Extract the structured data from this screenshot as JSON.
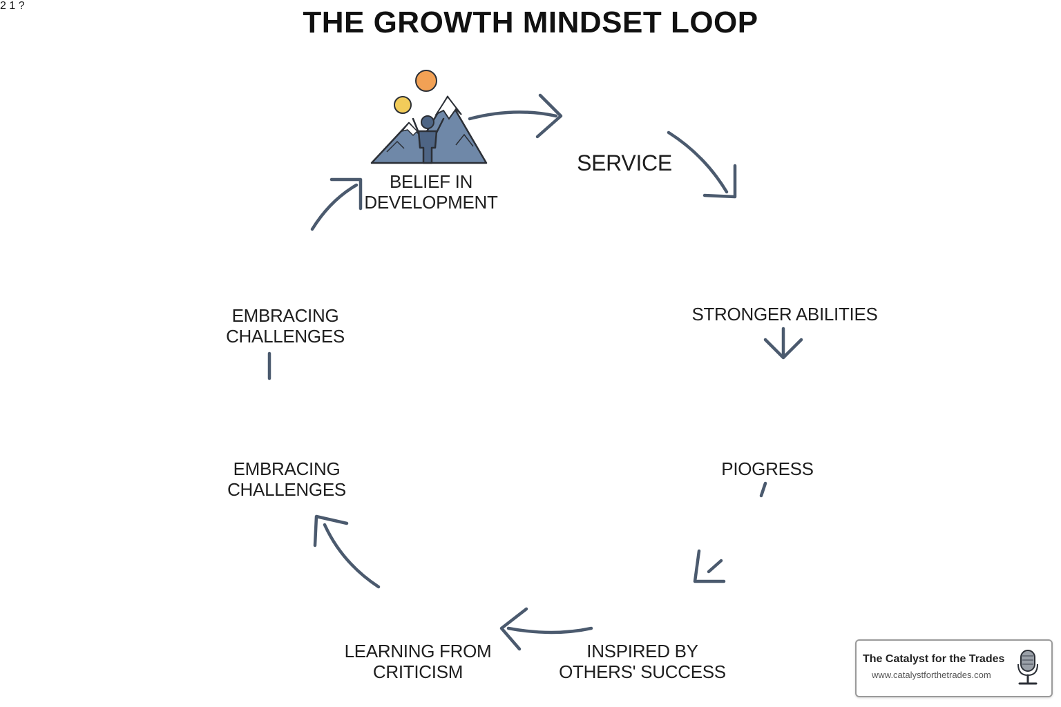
{
  "title": "THE GROWTH MINDSET LOOP",
  "nodes": [
    {
      "id": "belief",
      "lines": [
        "BELIEF IN",
        "DEVELOPMENT"
      ],
      "icon": "mountain-climber-icon"
    },
    {
      "id": "service",
      "lines": [
        "SERVICE"
      ],
      "icon": "crossed-hammers-icon"
    },
    {
      "id": "stronger",
      "lines": [
        "STRONGER ABILITIES"
      ],
      "icon": "muscle-toolbox-icon"
    },
    {
      "id": "progress",
      "lines": [
        "PIOGRESS"
      ],
      "icon": "podium-winners-icon"
    },
    {
      "id": "inspired",
      "lines": [
        "INSPIRED BY",
        "OTHERS' SUCCESS"
      ],
      "icon": "team-star-icon"
    },
    {
      "id": "learning",
      "lines": [
        "LEARNING FROM",
        "CRITICISM"
      ],
      "icon": "lightbulb-speech-icon"
    },
    {
      "id": "challenges_weights",
      "lines": [
        "EMBRACING",
        "CHALLENGES"
      ],
      "icon": "weightlifter-gear-icon"
    },
    {
      "id": "challenges_brain",
      "lines": [
        "EMBRACING",
        "CHALLENGES"
      ],
      "icon": "brain-plant-icon"
    }
  ],
  "growth_chart_icon": "bar-chart-growth-icon",
  "podium_numbers": [
    "2",
    "1"
  ],
  "badge": {
    "title": "The Catalyst for the Trades",
    "url": "www.catalystforthetrades.com",
    "icon": "microphone-icon"
  },
  "colors": {
    "arrow": "#4b5a6e",
    "slate": "#5f7896",
    "orange": "#ef8a45",
    "yellow": "#f2b53a",
    "pink": "#f0a3b5",
    "green": "#6fad5a",
    "teal": "#7fb0c4"
  }
}
